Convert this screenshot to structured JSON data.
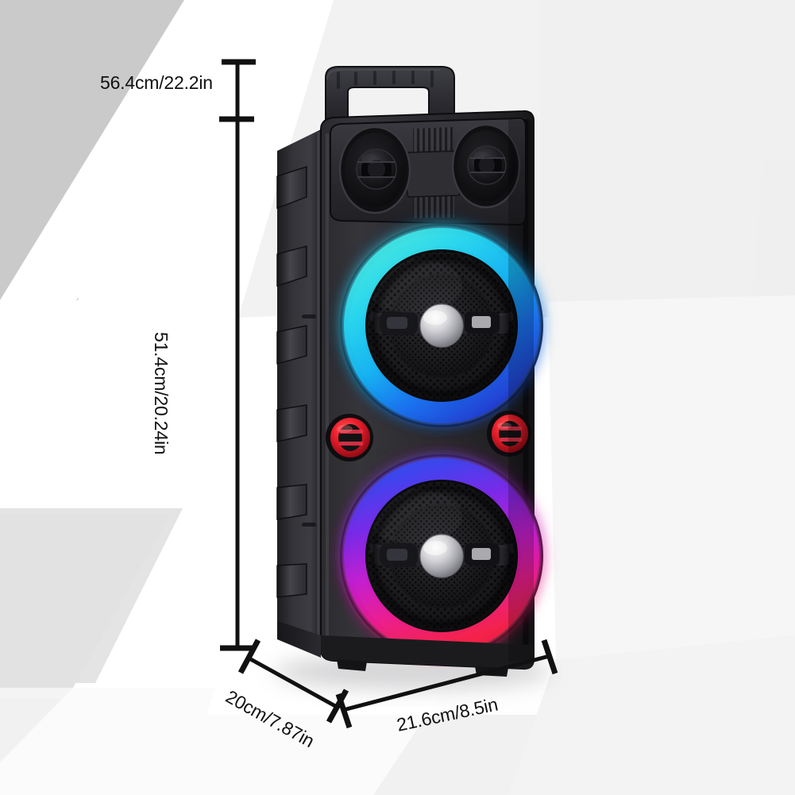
{
  "image": {
    "subject": "portable-bluetooth-party-speaker",
    "view": "three-quarter-front-left",
    "background_style": "white-with-light-gray-angular-polygons"
  },
  "dimensions": {
    "total_height": {
      "label": "56.4cm/22.2in",
      "name": "overall-height",
      "orientation": "horizontal",
      "cm": 56.4,
      "inch": 22.2
    },
    "body_height": {
      "label": "51.4cm/20.24in",
      "name": "cabinet-height",
      "orientation": "vertical-rotated-90",
      "cm": 51.4,
      "inch": 20.24
    },
    "depth": {
      "label": "20cm/7.87in",
      "name": "depth",
      "orientation": "diagonal-29deg",
      "cm": 20,
      "inch": 7.87
    },
    "width": {
      "label": "21.6cm/8.5in",
      "name": "width",
      "orientation": "diagonal-minus-12deg",
      "cm": 21.6,
      "inch": 8.5
    }
  },
  "product": {
    "name": "dual-driver-rgb-party-speaker",
    "body_color": "#232326",
    "handle": {
      "name": "carry-handle",
      "color": "#2a2a2d",
      "ribs": 6
    },
    "tweeters": [
      {
        "name": "tweeter-left",
        "color": "#1a1a1c"
      },
      {
        "name": "tweeter-right",
        "color": "#1a1a1c"
      }
    ],
    "woofers": [
      {
        "name": "woofer-upper",
        "ring_colors": [
          "#35e0e8",
          "#1fc8f0",
          "#1a6ef5",
          "#2a3ad8"
        ],
        "cone_color": "#1b1b1d",
        "dust_cap": "#d8d8dc"
      },
      {
        "name": "woofer-lower",
        "ring_colors": [
          "#3a3ae8",
          "#8a2ce8",
          "#e020c0",
          "#f0205a"
        ],
        "cone_color": "#1b1b1d",
        "dust_cap": "#d8d8dc"
      }
    ],
    "knobs": [
      {
        "name": "port-knob-left",
        "color": "#e8192d"
      },
      {
        "name": "port-knob-right",
        "color": "#e8192d"
      }
    ],
    "side_fins": 6,
    "feet": 2
  },
  "colors": {
    "annotation_line": "#111111",
    "annotation_text": "#111111",
    "bg_gray_dark": "#c9c9c9",
    "bg_gray_light": "#f0f0f0",
    "bg_white": "#ffffff"
  }
}
